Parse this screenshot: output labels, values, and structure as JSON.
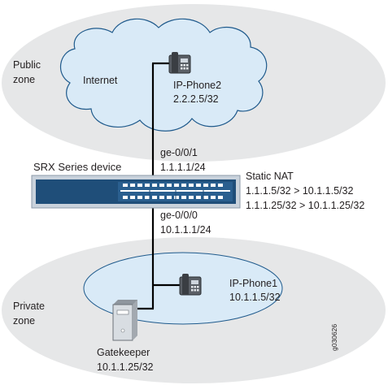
{
  "zones": {
    "public": {
      "line1": "Public",
      "line2": "zone"
    },
    "private": {
      "line1": "Private",
      "line2": "zone"
    }
  },
  "internet_label": "Internet",
  "ip_phone2": {
    "name": "IP-Phone2",
    "address": "2.2.2.5/32"
  },
  "ip_phone1": {
    "name": "IP-Phone1",
    "address": "10.1.1.5/32"
  },
  "gatekeeper": {
    "name": "Gatekeeper",
    "address": "10.1.1.25/32"
  },
  "srx": {
    "label": "SRX Series device",
    "ge_top": {
      "name": "ge-0/0/1",
      "address": "1.1.1.1/24"
    },
    "ge_bottom": {
      "name": "ge-0/0/0",
      "address": "10.1.1.1/24"
    }
  },
  "static_nat": {
    "title": "Static NAT",
    "rule1": "1.1.1.5/32 > 10.1.1.5/32",
    "rule2": "1.1.1.25/32 > 10.1.1.25/32"
  },
  "figure_id": "g030626",
  "colors": {
    "zone_fill": "#e6e7e8",
    "cloud_fill": "#d9eaf7",
    "cloud_stroke": "#1f5a8c",
    "device_blue": "#1f4e79",
    "device_frame": "#c9d2dc"
  },
  "icons": {
    "phone": "ip-phone-icon",
    "server": "server-tower-icon",
    "router": "srx-device-icon"
  }
}
